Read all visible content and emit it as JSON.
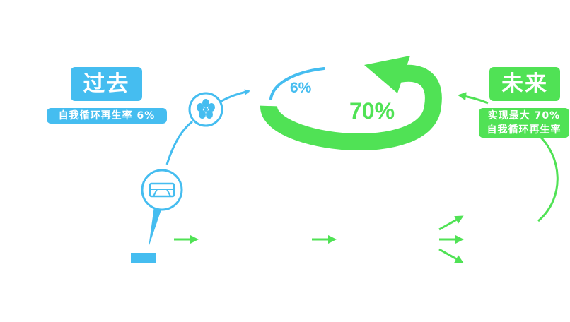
{
  "colors": {
    "past_blue": "#45bdf0",
    "future_green": "#50e255"
  },
  "past": {
    "label": "过去",
    "rate_text": "自我循环再生率 6%",
    "percent": "6%"
  },
  "future": {
    "label": "未来",
    "rate_line1": "实现最大 70%",
    "rate_line2": "自我循环再生率",
    "percent": "70%"
  },
  "icons": [
    "fan-icon",
    "tray-icon",
    "bar-icon"
  ]
}
